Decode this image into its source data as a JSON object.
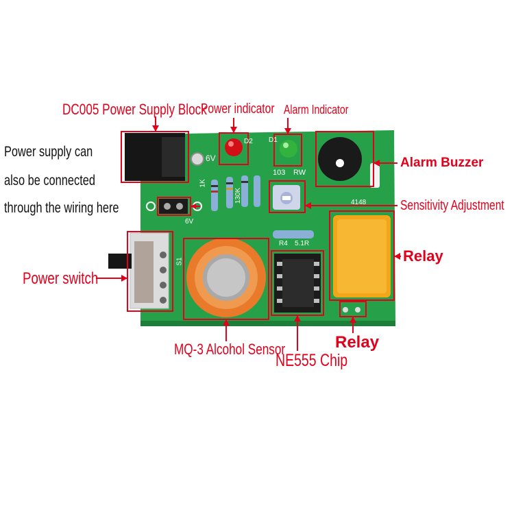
{
  "labels": {
    "dc005": "DC005 Power Supply Block",
    "power_indicator": "Power indicator",
    "alarm_indicator": "Alarm Indicator",
    "power_supply_note": [
      "Power supply can",
      "also be connected",
      "through the wiring here"
    ],
    "alarm_buzzer": "Alarm Buzzer",
    "sensitivity": "Sensitivity Adjustment",
    "relay_right": "Relay",
    "power_switch": "Power switch",
    "mq3": "MQ-3 Alcohol Sensor",
    "ne555": "NE555 Chip",
    "relay_bottom": "Relay"
  },
  "silkscreen": {
    "v6": "6V",
    "v6_small": "6V",
    "d2": "D2",
    "d1": "D1",
    "res_1k": "1K",
    "res_130k": "130K",
    "pot_code": "103",
    "rw": "RW",
    "r4": "R4",
    "r4_val": "5.1R",
    "code_4148": "4148",
    "s1": "S1"
  },
  "colors": {
    "label_red": "#e3001b",
    "pcb_green": "#27a04a",
    "box_red": "#e3001b"
  }
}
